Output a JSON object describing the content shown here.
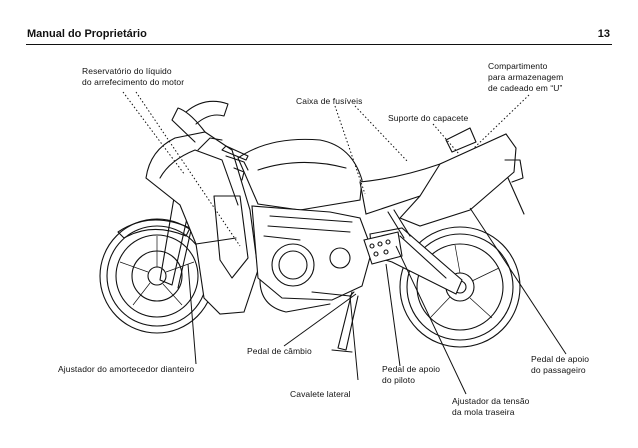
{
  "header": {
    "title": "Manual do Proprietário",
    "page_number": "13"
  },
  "callouts": {
    "coolant_reservoir": "Reservatório do líquido\ndo arrefecimento do motor",
    "fuse_box": "Caixa de fusíveis",
    "helmet_holder": "Suporte do capacete",
    "storage_compartment": "Compartimento\npara armazenagem\nde cadeado em “U”",
    "front_shock_adjuster": "Ajustador do amortecedor dianteiro",
    "shift_pedal": "Pedal de câmbio",
    "side_stand": "Cavalete lateral",
    "rider_footrest": "Pedal de apoio\ndo piloto",
    "rear_spring_adjuster": "Ajustador da tensão\nda mola traseira",
    "passenger_footrest": "Pedal de apoio\ndo passageiro"
  }
}
